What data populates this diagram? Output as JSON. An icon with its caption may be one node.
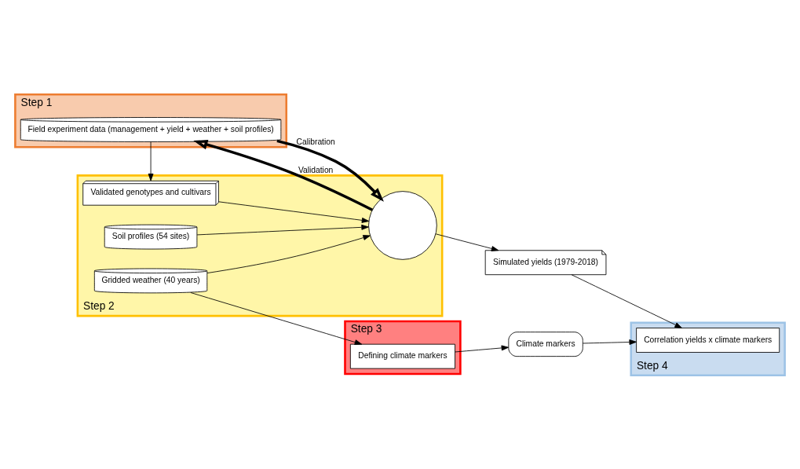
{
  "diagram": {
    "nodes": [
      {
        "text": [
          "Step 1"
        ]
      },
      {
        "text": [
          "Step 2"
        ]
      },
      {
        "text": [
          "Step 3"
        ]
      },
      {
        "text": [
          "Step 4"
        ]
      },
      {
        "text": [
          "Field experiment data (management + yield + weather + soil profiles)"
        ],
        "in": 0
      },
      {
        "text": [
          "Validated genotypes and cultivars"
        ],
        "in": 1
      },
      {
        "text": [],
        "shape": "circle",
        "in": 1
      },
      {
        "text": [
          "Gridded weather (40 years)"
        ],
        "in": 1
      },
      {
        "text": [
          "Soil profiles (54 sites)"
        ],
        "in": 1
      },
      {
        "text": [
          "Defining climate markers"
        ],
        "in": 2
      },
      {
        "text": [
          "Simulated yields (1979-2018)"
        ]
      },
      {
        "text": [
          "Climate markers"
        ]
      },
      {
        "text": [
          "Correlation yields x climate markers"
        ],
        "in": 3
      }
    ],
    "edges": [
      {
        "from": 6,
        "to": 4,
        "arrow": "to",
        "label": "Validation",
        "style": "thick"
      },
      {
        "from": 4,
        "to": 6,
        "arrow": "to",
        "label": "Calibration",
        "style": "thick"
      },
      {
        "from": 4,
        "to": 5,
        "arrow": "to"
      },
      {
        "from": 5,
        "to": 6,
        "arrow": "to"
      },
      {
        "from": 7,
        "to": 6,
        "arrow": "to"
      },
      {
        "from": 8,
        "to": 6,
        "arrow": "to"
      },
      {
        "from": 7,
        "to": 9,
        "arrow": "to"
      },
      {
        "from": 6,
        "to": 10,
        "arrow": "to"
      },
      {
        "from": 9,
        "to": 11,
        "arrow": "to"
      },
      {
        "from": 10,
        "to": 12,
        "arrow": "to"
      },
      {
        "from": 11,
        "to": 12,
        "arrow": "to"
      }
    ]
  }
}
